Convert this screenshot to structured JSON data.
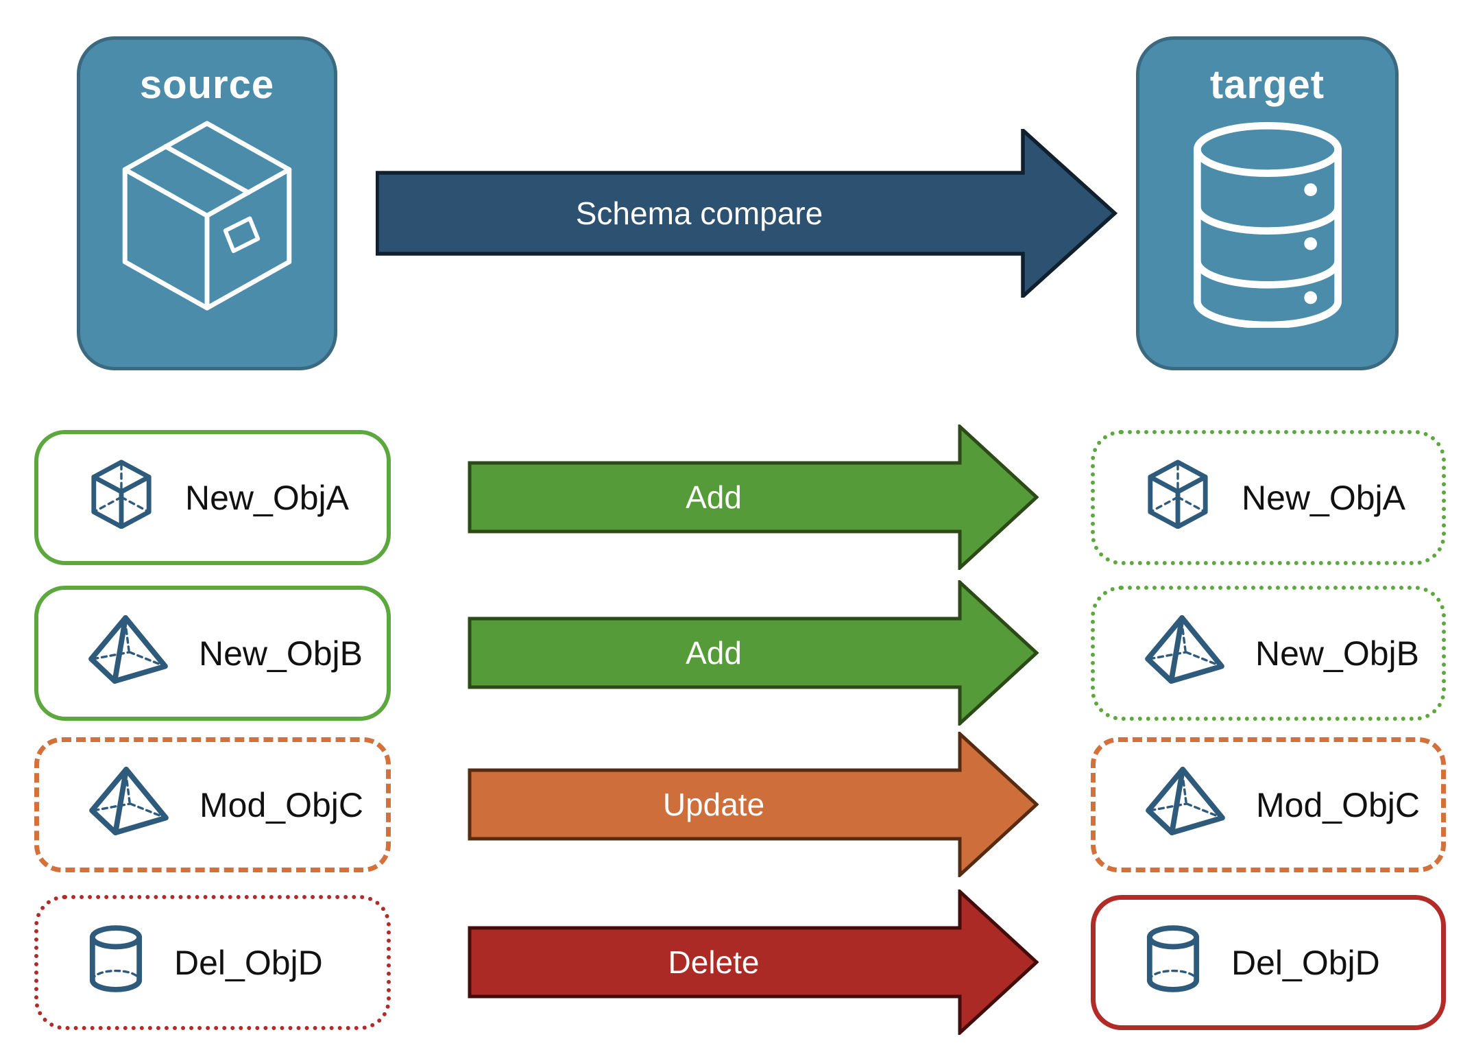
{
  "title_cards": {
    "source_label": "source",
    "target_label": "target"
  },
  "main_arrow": {
    "label": "Schema compare"
  },
  "rows": [
    {
      "object": "New_ObjA",
      "action": "Add",
      "icon": "cube-icon",
      "source_border": "solid-green",
      "target_border": "dotted-green"
    },
    {
      "object": "New_ObjB",
      "action": "Add",
      "icon": "pyramid-icon",
      "source_border": "solid-green",
      "target_border": "dotted-green"
    },
    {
      "object": "Mod_ObjC",
      "action": "Update",
      "icon": "pyramid-icon",
      "source_border": "dashed-orange",
      "target_border": "dashed-orange"
    },
    {
      "object": "Del_ObjD",
      "action": "Delete",
      "icon": "cylinder-icon",
      "source_border": "dotted-red",
      "target_border": "solid-red"
    }
  ],
  "colors": {
    "card_fill": "#4B8CAB",
    "card_border": "#3A6980",
    "main_arrow_fill": "#2D5170",
    "main_arrow_outline": "#10202E",
    "add_green": "#569B39",
    "green_border": "#5CA83F",
    "update_orange": "#CE6F3B",
    "orange_border": "#D2713C",
    "delete_red": "#AC2A26",
    "red_border": "#B12B28",
    "icon_blue": "#2E5B7C",
    "text_dark": "#111111",
    "text_light": "#FFFFFF"
  }
}
